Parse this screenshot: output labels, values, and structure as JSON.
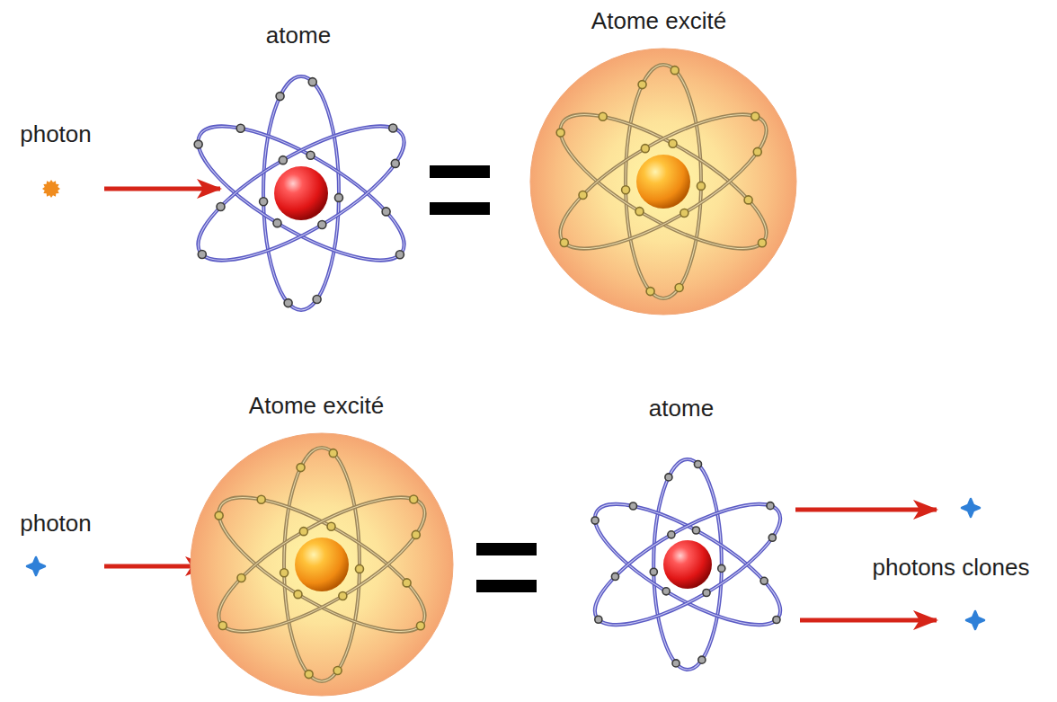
{
  "diagram": {
    "nodes": [
      {
        "text": [
          "photon"
        ]
      },
      {
        "text": [
          "atome"
        ]
      },
      {
        "text": [
          "Atome excité"
        ]
      },
      {
        "text": [
          "photon"
        ]
      },
      {
        "text": [
          "Atome excité"
        ]
      },
      {
        "text": [
          "atome"
        ]
      }
    ],
    "edges": [
      {
        "from": 0,
        "to": 1,
        "arrow": "to"
      },
      {
        "from": 3,
        "to": 4,
        "arrow": "to"
      }
    ],
    "labels": [
      "photons clones"
    ]
  }
}
